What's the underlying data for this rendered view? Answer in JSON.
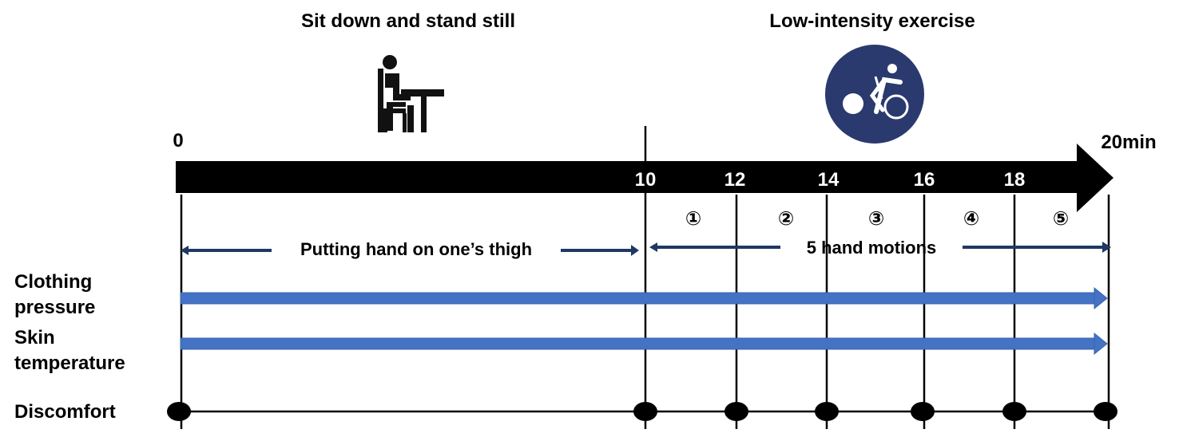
{
  "phases": {
    "rest_title": "Sit down and stand still",
    "exercise_title": "Low-intensity exercise",
    "rest_icon": "person-sitting-at-desk-icon",
    "exercise_icon": "cyclist-icon"
  },
  "timeline": {
    "start_label": "0",
    "end_label": "20min",
    "tick_labels": [
      "10",
      "12",
      "14",
      "16",
      "18"
    ],
    "motion_markers": [
      "①",
      "②",
      "③",
      "④",
      "⑤"
    ]
  },
  "spans": {
    "rest_label": "Putting hand on one’s thigh",
    "exercise_label": "5 hand motions"
  },
  "measures": {
    "clothing_pressure_line1": "Clothing",
    "clothing_pressure_line2": "pressure",
    "skin_temperature_line1": "Skin",
    "skin_temperature_line2": "temperature",
    "discomfort": "Discomfort"
  },
  "colors": {
    "timeline_bar": "#000000",
    "span_arrow": "#1f3864",
    "measure_arrow": "#4472c4",
    "exercise_icon_bg": "#2a3a6e"
  }
}
